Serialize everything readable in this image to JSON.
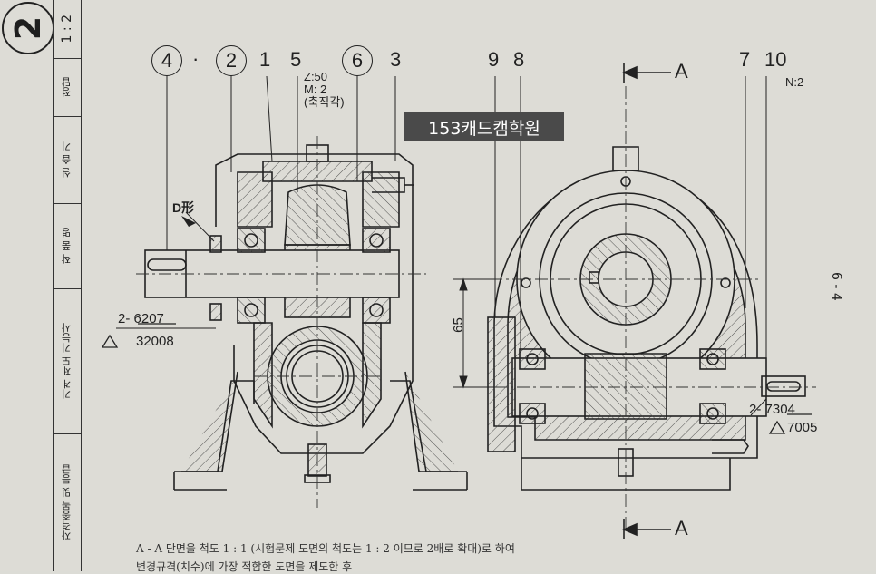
{
  "sheet": {
    "number": "2",
    "scale": "1 : 2",
    "kind": "정답",
    "exam": "실 습 기",
    "work_name": "작 품 명",
    "grade": "기계 제도 기능사",
    "qualification": "자격종목 및 등급"
  },
  "labels": {
    "b4": "4",
    "dot": "·",
    "b2": "2",
    "p1": "1",
    "p5": "5",
    "b6": "6",
    "p3": "3",
    "p9": "9",
    "p8": "8",
    "sectionA": "A",
    "p7": "7",
    "p10": "10",
    "n2": "N:2",
    "dshape": "D形",
    "dim65": "65"
  },
  "gear": {
    "teeth": "Z:50",
    "module": "M: 2",
    "note": "(축직각)"
  },
  "bearings": {
    "left_old": "2- 6207",
    "left_new": "32008",
    "right_old": "2- 7304",
    "right_new": "7005"
  },
  "watermark": "153캐드캠학원",
  "notes": {
    "line1": "A - A 단면을 척도 1 : 1 (시험문제 도면의 척도는 1 : 2 이므로 2배로 확대)로 하여",
    "line2": "변경규격(치수)에 가장 적합한 도면을 제도한 후"
  },
  "page": "6 - 4"
}
